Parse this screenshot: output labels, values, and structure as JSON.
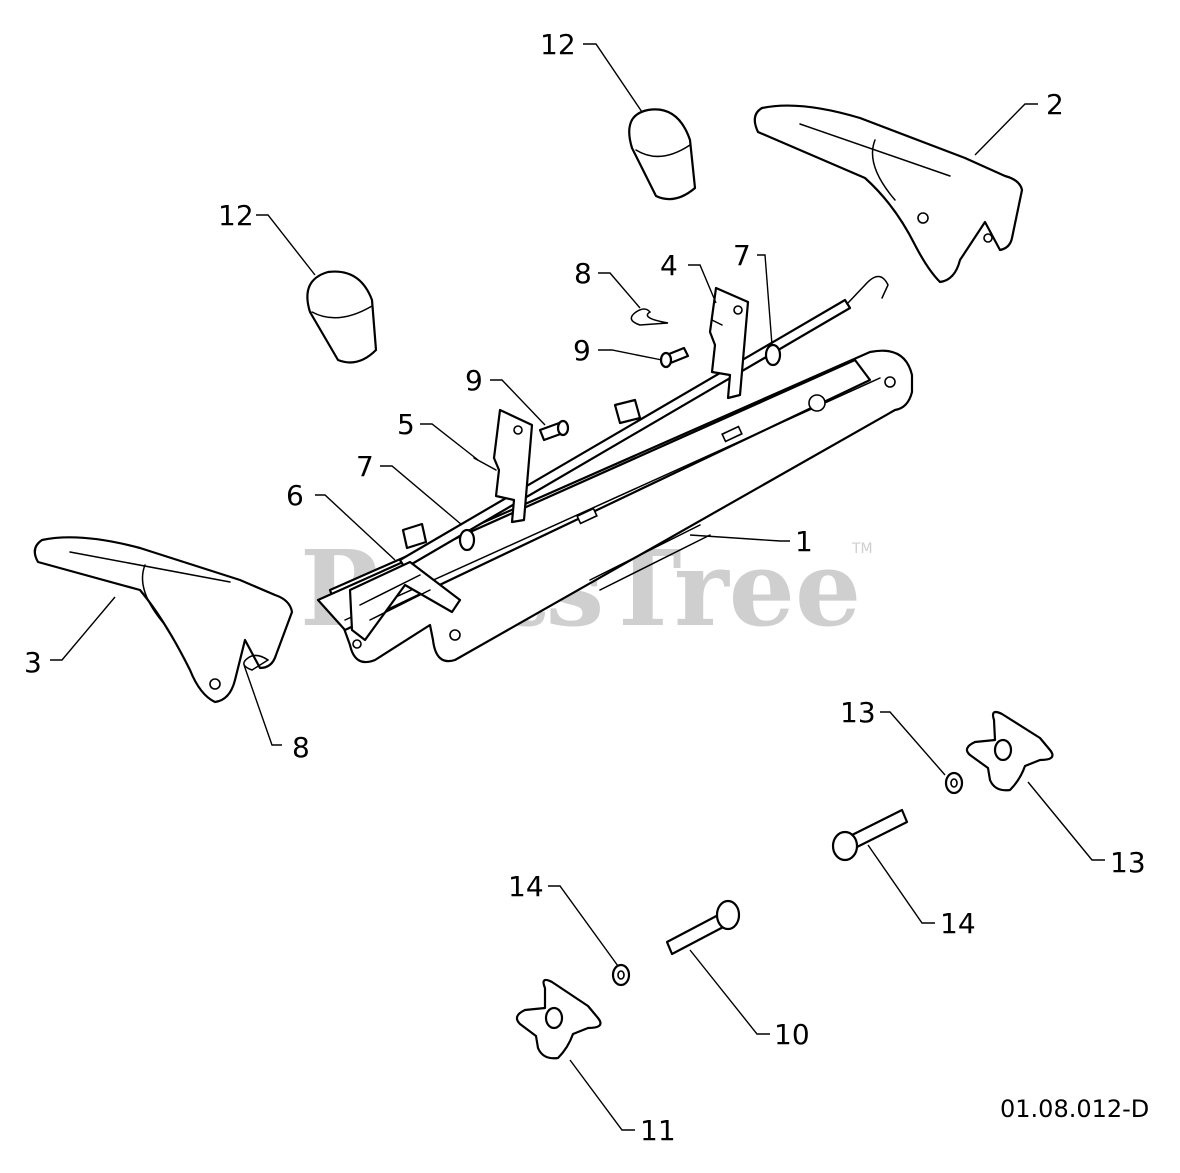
{
  "watermark": {
    "text": "PartsTree",
    "trademark": "TM"
  },
  "diagram_code": "01.08.012-D",
  "callouts": [
    {
      "id": "c1",
      "label": "1"
    },
    {
      "id": "c2",
      "label": "2"
    },
    {
      "id": "c3",
      "label": "3"
    },
    {
      "id": "c4",
      "label": "4"
    },
    {
      "id": "c5",
      "label": "5"
    },
    {
      "id": "c6",
      "label": "6"
    },
    {
      "id": "c7a",
      "label": "7"
    },
    {
      "id": "c7b",
      "label": "7"
    },
    {
      "id": "c8a",
      "label": "8"
    },
    {
      "id": "c8b",
      "label": "8"
    },
    {
      "id": "c9a",
      "label": "9"
    },
    {
      "id": "c9b",
      "label": "9"
    },
    {
      "id": "c10",
      "label": "10"
    },
    {
      "id": "c11",
      "label": "11"
    },
    {
      "id": "c12a",
      "label": "12"
    },
    {
      "id": "c12b",
      "label": "12"
    },
    {
      "id": "c13a",
      "label": "13"
    },
    {
      "id": "c13b",
      "label": "13"
    },
    {
      "id": "c14a",
      "label": "14"
    },
    {
      "id": "c14b",
      "label": "14"
    }
  ]
}
